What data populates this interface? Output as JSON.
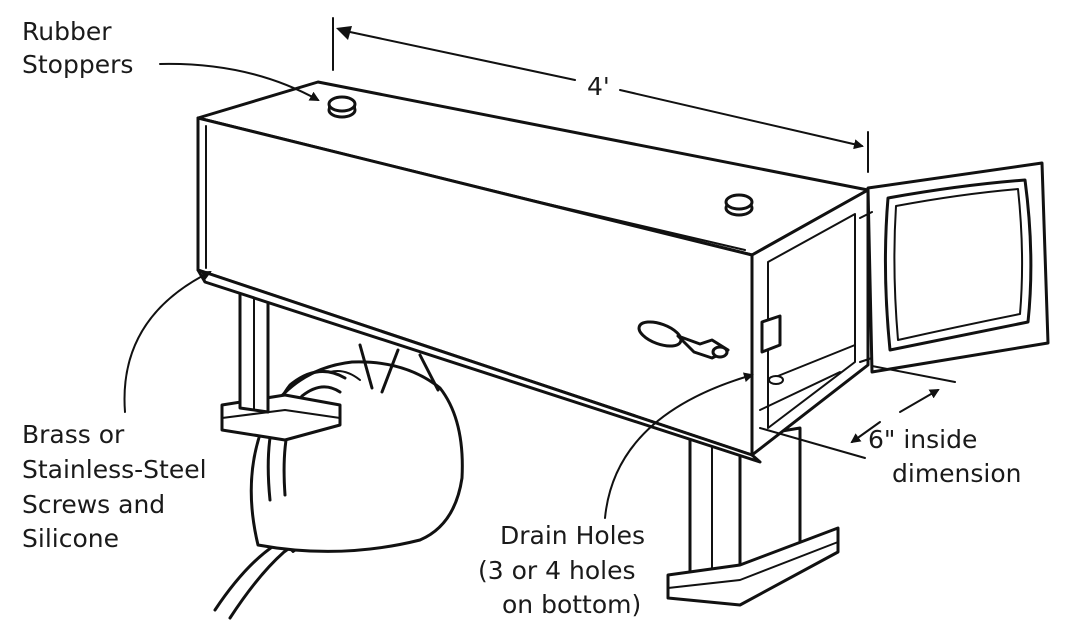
{
  "labels": {
    "rubber_stoppers": [
      "Rubber",
      "Stoppers"
    ],
    "length": "4'",
    "brass": [
      "Brass or",
      "Stainless-Steel",
      "Screws and",
      "Silicone"
    ],
    "inside_dim": [
      "6\" inside",
      "dimension"
    ],
    "drain_holes": [
      "Drain Holes",
      "(3 or 4 holes",
      "on bottom)"
    ]
  },
  "colors": {
    "ink": "#111111",
    "paper": "#ffffff"
  }
}
